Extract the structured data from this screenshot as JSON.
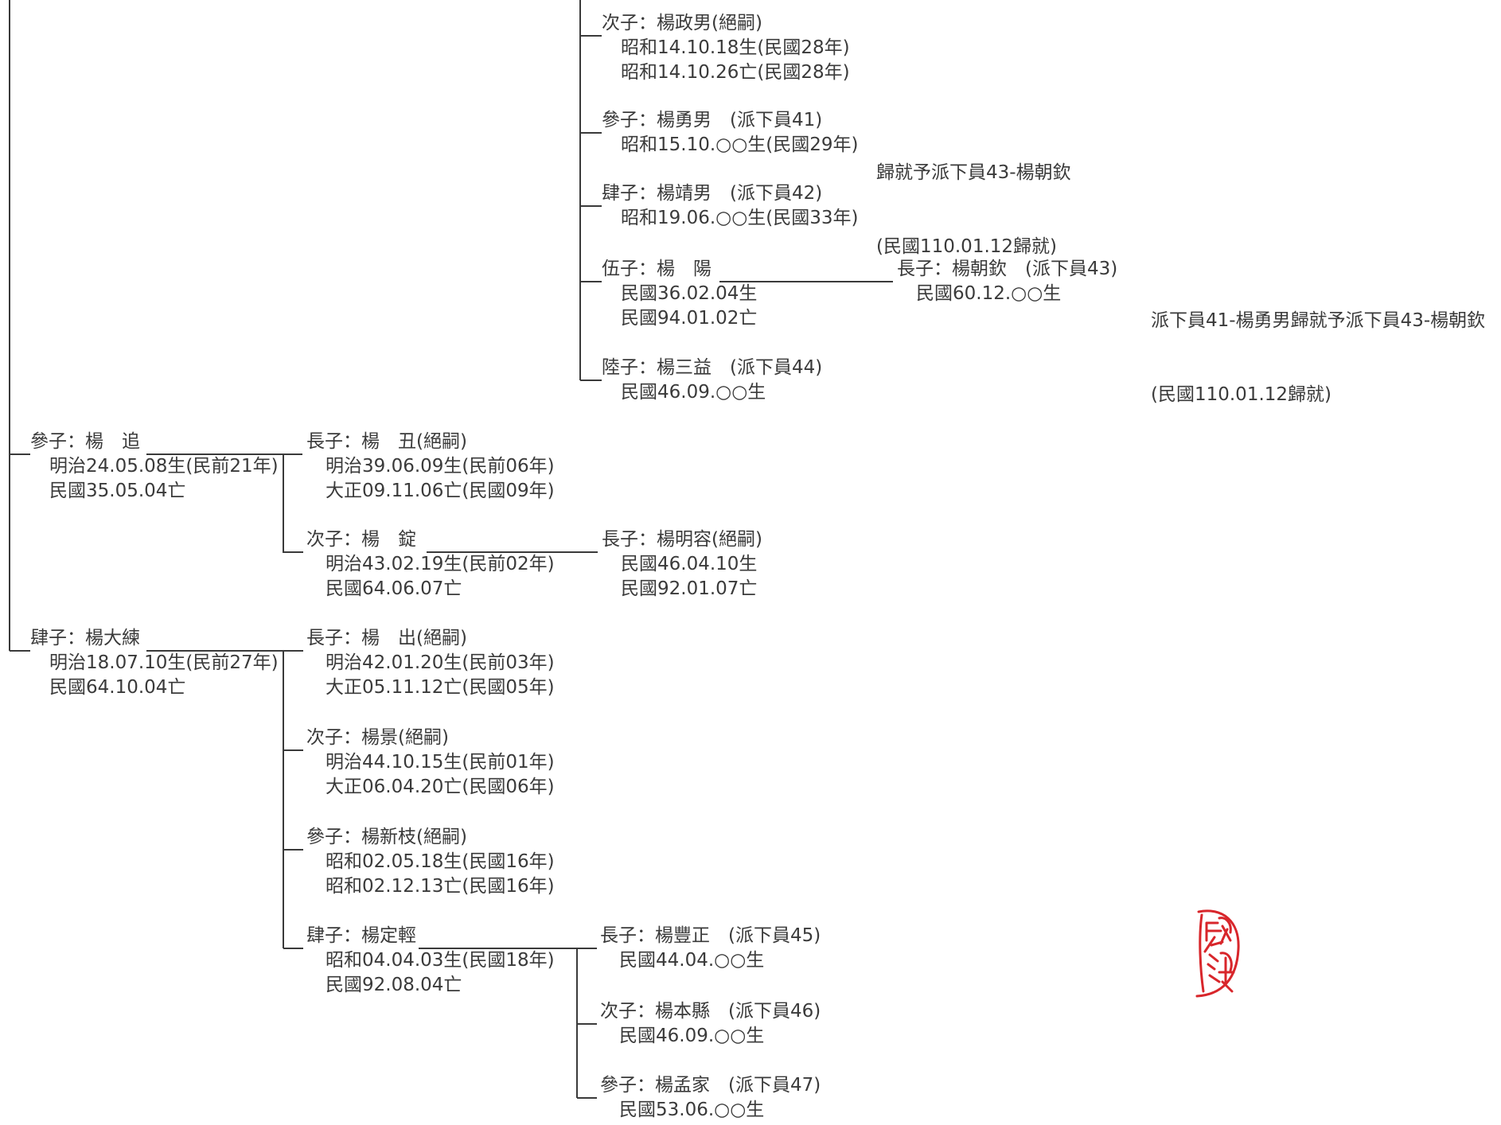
{
  "nodes": [
    {
      "id": "n-zheng-nan",
      "head": "次子：楊政男(絕嗣)",
      "lines": [
        "昭和14.10.18生(民國28年)",
        "昭和14.10.26亡(民國28年)"
      ]
    },
    {
      "id": "n-yong-nan",
      "head": "參子：楊勇男　(派下員41)",
      "lines": [
        "昭和15.10.○○生(民國29年)"
      ]
    },
    {
      "id": "n-jing-nan",
      "head": "肆子：楊靖男　(派下員42)",
      "lines": [
        "昭和19.06.○○生(民國33年)"
      ]
    },
    {
      "id": "n-yang-yang",
      "head": "伍子：楊　陽",
      "lines": [
        "民國36.02.04生",
        "民國94.01.02亡"
      ]
    },
    {
      "id": "n-chao-qin",
      "head": "長子：楊朝欽　(派下員43)",
      "lines": [
        "民國60.12.○○生"
      ]
    },
    {
      "id": "n-san-yi",
      "head": "陸子：楊三益　(派下員44)",
      "lines": [
        "民國46.09.○○生"
      ]
    },
    {
      "id": "n-yang-zhui",
      "head": "參子：楊　追",
      "lines": [
        "明治24.05.08生(民前21年)",
        "民國35.05.04亡"
      ]
    },
    {
      "id": "n-yang-chou",
      "head": "長子：楊　丑(絕嗣)",
      "lines": [
        "明治39.06.09生(民前06年)",
        "大正09.11.06亡(民國09年)"
      ]
    },
    {
      "id": "n-yang-ding",
      "head": "次子：楊　錠",
      "lines": [
        "明治43.02.19生(民前02年)",
        "民國64.06.07亡"
      ]
    },
    {
      "id": "n-ming-rong",
      "head": "長子：楊明容(絕嗣)",
      "lines": [
        "民國46.04.10生",
        "民國92.01.07亡"
      ]
    },
    {
      "id": "n-da-lian",
      "head": "肆子：楊大練",
      "lines": [
        "明治18.07.10生(民前27年)",
        "民國64.10.04亡"
      ]
    },
    {
      "id": "n-yang-chu",
      "head": "長子：楊　出(絕嗣)",
      "lines": [
        "明治42.01.20生(民前03年)",
        "大正05.11.12亡(民國05年)"
      ]
    },
    {
      "id": "n-yang-jing",
      "head": "次子：楊景(絕嗣)",
      "lines": [
        "明治44.10.15生(民前01年)",
        "大正06.04.20亡(民國06年)"
      ]
    },
    {
      "id": "n-xin-zhi",
      "head": "參子：楊新枝(絕嗣)",
      "lines": [
        "昭和02.05.18生(民國16年)",
        "昭和02.12.13亡(民國16年)"
      ]
    },
    {
      "id": "n-ding-qing",
      "head": "肆子：楊定輕",
      "lines": [
        "昭和04.04.03生(民國18年)",
        "民國92.08.04亡"
      ]
    },
    {
      "id": "n-feng-zheng",
      "head": "長子：楊豐正　(派下員45)",
      "lines": [
        "民國44.04.○○生"
      ]
    },
    {
      "id": "n-ben-xian",
      "head": "次子：楊本縣　(派下員46)",
      "lines": [
        "民國46.09.○○生"
      ]
    },
    {
      "id": "n-meng-jia",
      "head": "參子：楊孟家　(派下員47)",
      "lines": [
        "民國53.06.○○生"
      ]
    }
  ],
  "notes": {
    "yong_nan_line1": "歸就予派下員43-楊朝欽",
    "yong_nan_line2": "(民國110.01.12歸就)",
    "chao_qin_line1": "派下員41-楊勇男歸就予派下員43-楊朝欽",
    "chao_qin_line2": "(民國110.01.12歸就)"
  },
  "seal": {
    "text": "楊源",
    "color": "#d8262b"
  }
}
